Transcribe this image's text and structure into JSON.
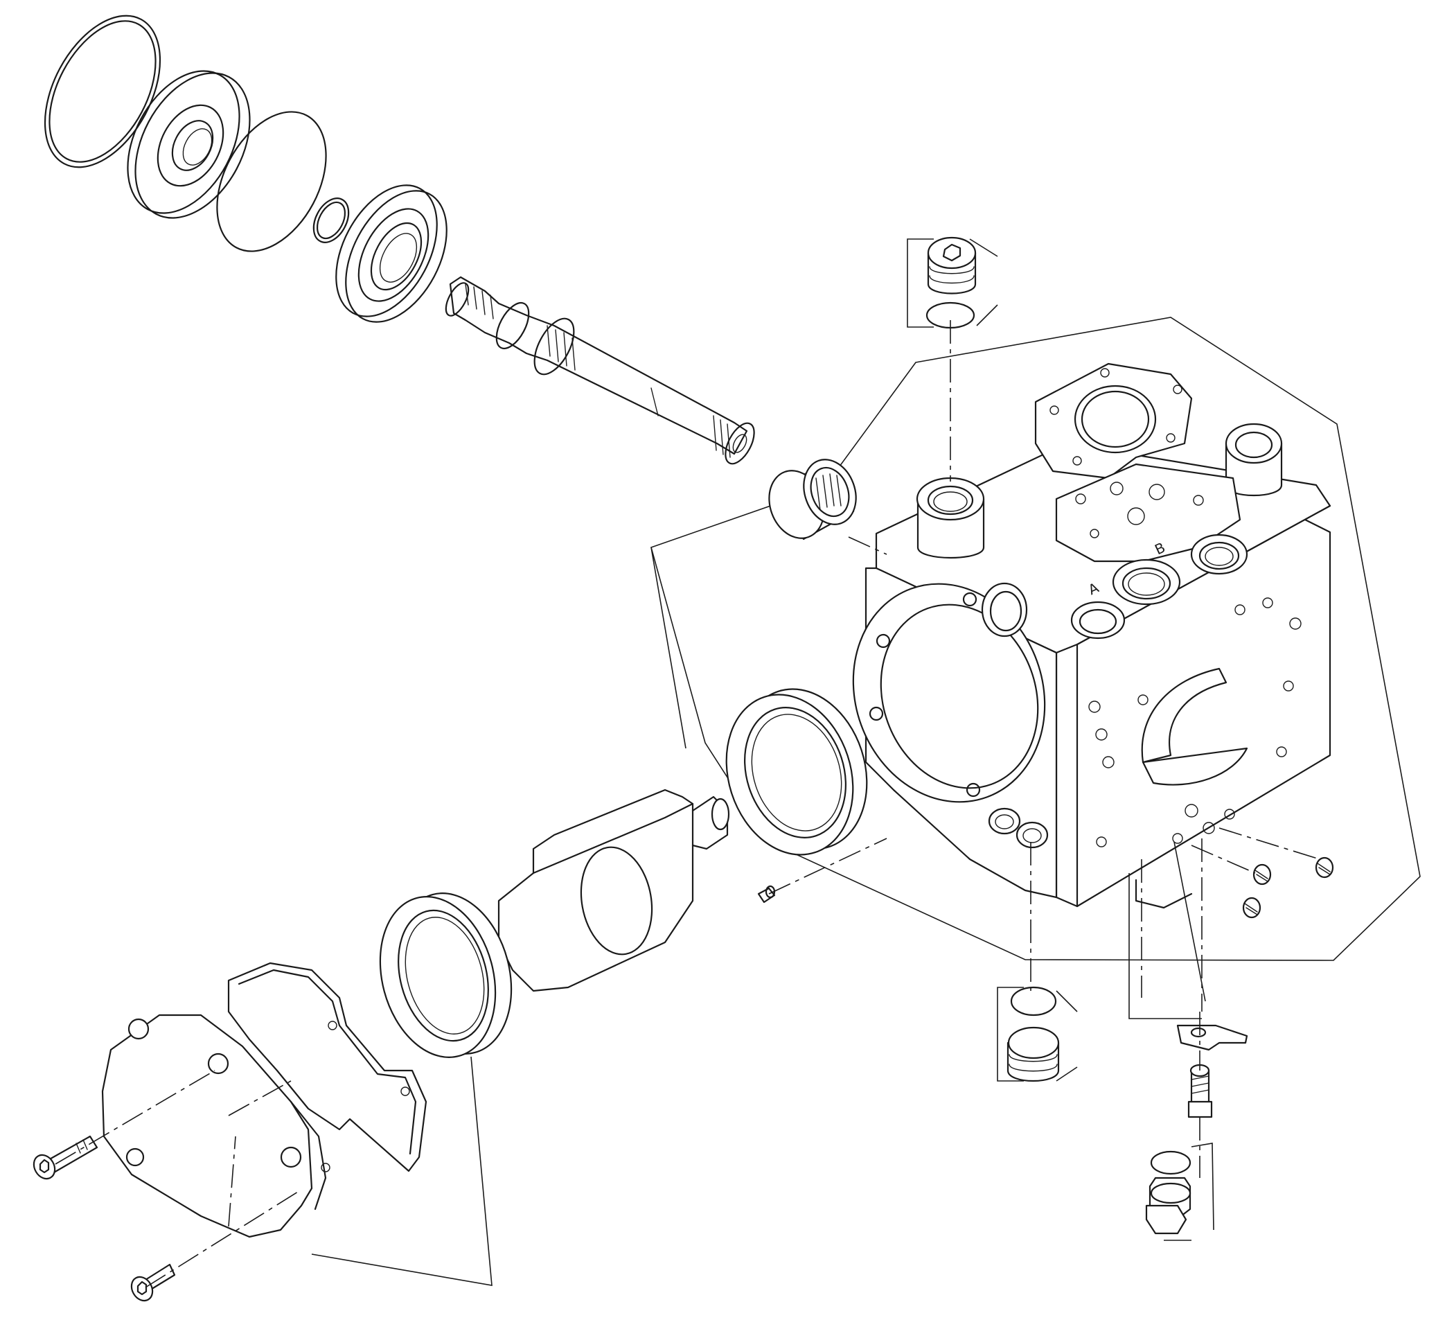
{
  "figure": {
    "kind": "exploded-assembly-line-drawing",
    "port_labels": [
      "A",
      "B"
    ],
    "ink_color": "#1a1a1a",
    "background_color": "#ffffff"
  }
}
